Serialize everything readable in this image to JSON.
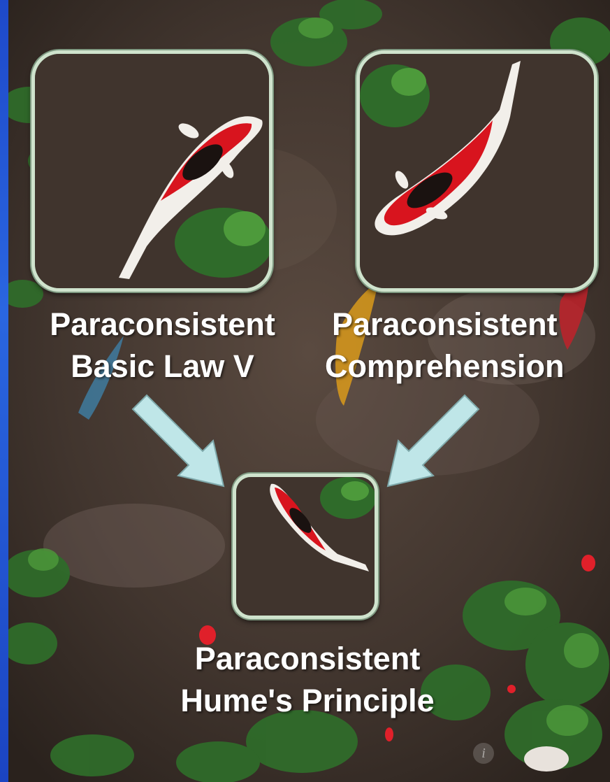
{
  "slide": {
    "box_left": {
      "line1": "Paraconsistent",
      "line2": "Basic Law V"
    },
    "box_right": {
      "line1": "Paraconsistent",
      "line2": "Comprehension"
    },
    "box_bottom": {
      "line1": "Paraconsistent",
      "line2": "Hume's Principle"
    }
  },
  "colors": {
    "frame_border": "#cfe3cd",
    "arrow_fill": "#bfe6e8",
    "left_stripe": "#1e49c9",
    "text": "#ffffff"
  },
  "icons": [
    "koi-fish-image",
    "down-right-arrow",
    "down-left-arrow",
    "info-watermark-icon"
  ]
}
